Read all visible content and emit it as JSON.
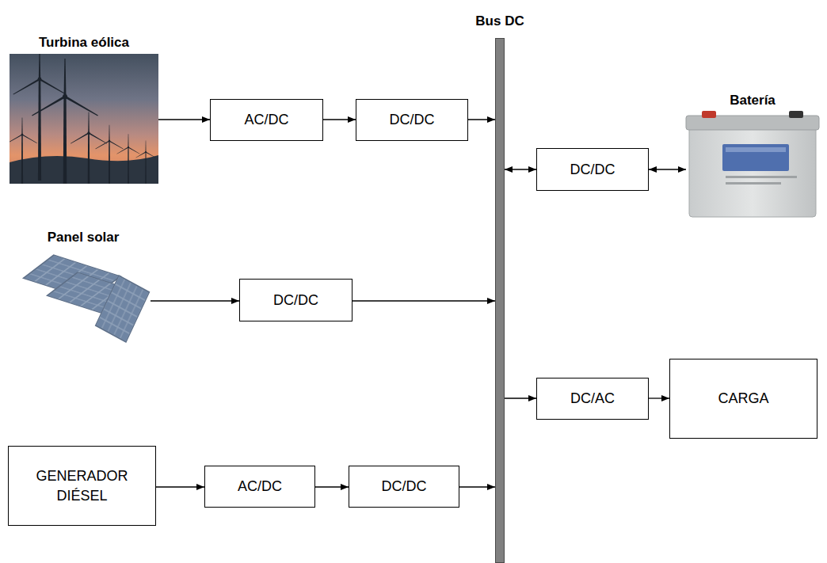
{
  "diagram": {
    "nodes": [
      {
        "text": [
          "Turbina eólica"
        ]
      },
      {
        "text": [
          "AC/DC"
        ]
      },
      {
        "text": [
          "DC/DC"
        ]
      },
      {
        "text": [
          "Bus DC"
        ]
      },
      {
        "text": [
          "DC/DC"
        ]
      },
      {
        "text": [
          "Batería"
        ]
      },
      {
        "text": [
          "Panel solar"
        ]
      },
      {
        "text": [
          "DC/DC"
        ]
      },
      {
        "text": [
          "DC/AC"
        ]
      },
      {
        "text": [
          "CARGA"
        ]
      },
      {
        "text": [
          "GENERADOR DIÉSEL"
        ]
      },
      {
        "text": [
          "AC/DC"
        ]
      },
      {
        "text": [
          "DC/DC"
        ]
      }
    ],
    "edges": [
      {
        "from": 0,
        "to": 1,
        "arrow": "to"
      },
      {
        "from": 1,
        "to": 2,
        "arrow": "to"
      },
      {
        "from": 2,
        "to": 3,
        "arrow": "to"
      },
      {
        "from": 3,
        "to": 4,
        "arrow": "both"
      },
      {
        "from": 4,
        "to": 5,
        "arrow": "both"
      },
      {
        "from": 6,
        "to": 7,
        "arrow": "to"
      },
      {
        "from": 7,
        "to": 3,
        "arrow": "to"
      },
      {
        "from": 3,
        "to": 8,
        "arrow": "to"
      },
      {
        "from": 8,
        "to": 9,
        "arrow": "to"
      },
      {
        "from": 10,
        "to": 11,
        "arrow": "to"
      },
      {
        "from": 11,
        "to": 12,
        "arrow": "to"
      },
      {
        "from": 12,
        "to": 3,
        "arrow": "to"
      }
    ]
  }
}
